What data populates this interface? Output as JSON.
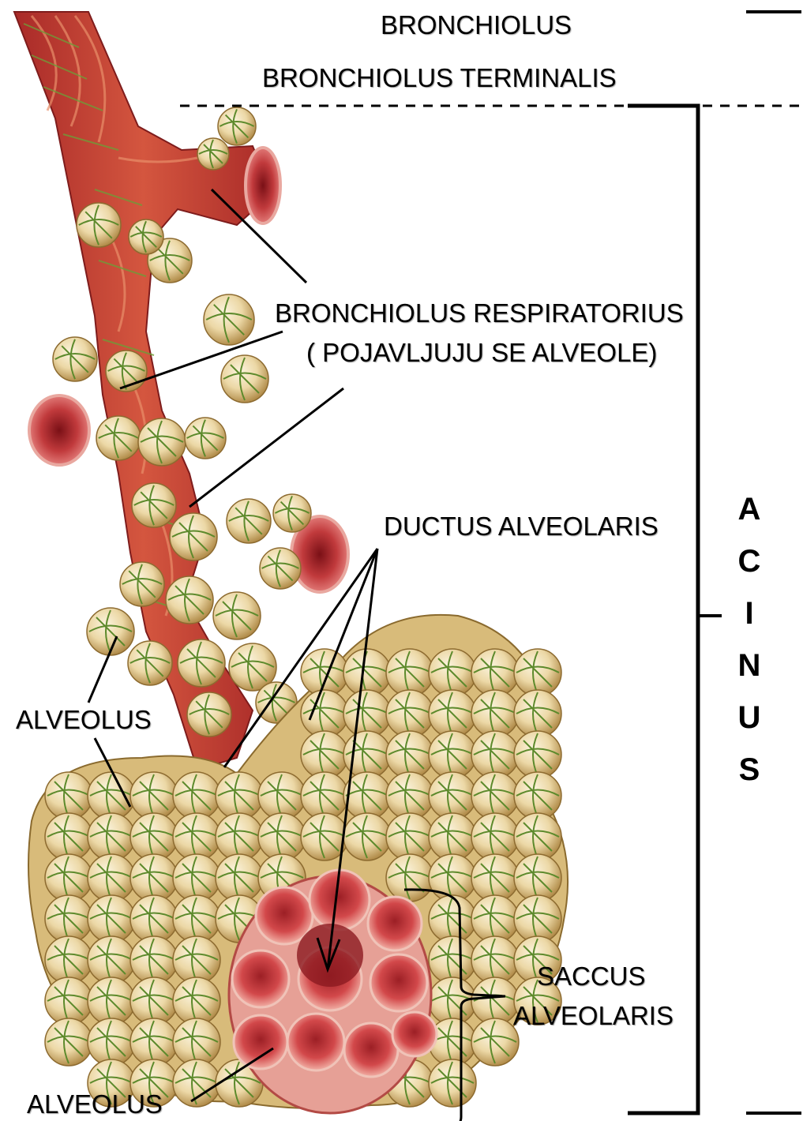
{
  "labels": {
    "bronchiolus": "BRONCHIOLUS",
    "bronchiolus_terminalis": "BRONCHIOLUS  TERMINALIS",
    "bronchiolus_respiratorius": "BRONCHIOLUS RESPIRATORIUS",
    "pojavljuju": "( POJAVLJUJU SE ALVEOLE)",
    "ductus_alveolaris": "DUCTUS ALVEOLARIS",
    "alveolus_upper": "ALVEOLUS",
    "alveolus_lower": "ALVEOLUS",
    "saccus": "SACCUS",
    "alveolaris": "ALVEOLARIS",
    "acinus_letters": [
      "A",
      "C",
      "I",
      "N",
      "U",
      "S"
    ]
  },
  "colors": {
    "tissue_red": "#c8342f",
    "tissue_dark_red": "#8e1a1e",
    "alveolus_cream": "#f3e6c2",
    "alveolus_tan": "#c9a765",
    "capillary_green": "#5d8a2c",
    "line": "#000000"
  }
}
